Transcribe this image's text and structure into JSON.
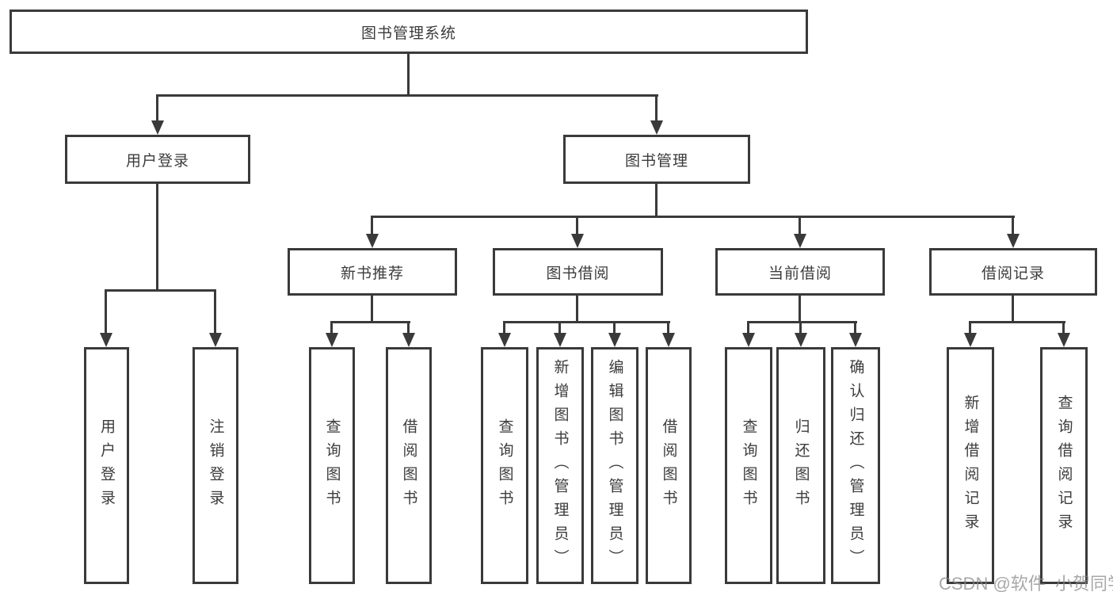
{
  "diagram": {
    "type": "functional-structure-tree",
    "colors": {
      "line": "#3a3a3a",
      "box_border": "#3a3a3a",
      "text": "#3c3c3c",
      "background": "#ffffff",
      "watermark": "#878787"
    },
    "watermark": "CSDN @软件_小贺同学"
  },
  "tree": {
    "root": {
      "label": "图书管理系统"
    },
    "branches": [
      {
        "label": "用户登录",
        "leaves": [
          {
            "label": "用户登录"
          },
          {
            "label": "注销登录"
          }
        ]
      },
      {
        "label": "图书管理",
        "children": [
          {
            "label": "新书推荐",
            "leaves": [
              {
                "label": "查询图书"
              },
              {
                "label": "借阅图书"
              }
            ]
          },
          {
            "label": "图书借阅",
            "leaves": [
              {
                "label": "查询图书"
              },
              {
                "label": "新增图书（管理员）"
              },
              {
                "label": "编辑图书（管理员）"
              },
              {
                "label": "借阅图书"
              }
            ]
          },
          {
            "label": "当前借阅",
            "leaves": [
              {
                "label": "查询图书"
              },
              {
                "label": "归还图书"
              },
              {
                "label": "确认归还（管理员）"
              }
            ]
          },
          {
            "label": "借阅记录",
            "leaves": [
              {
                "label": "新增借阅记录"
              },
              {
                "label": "查询借阅记录"
              }
            ]
          }
        ]
      }
    ]
  }
}
